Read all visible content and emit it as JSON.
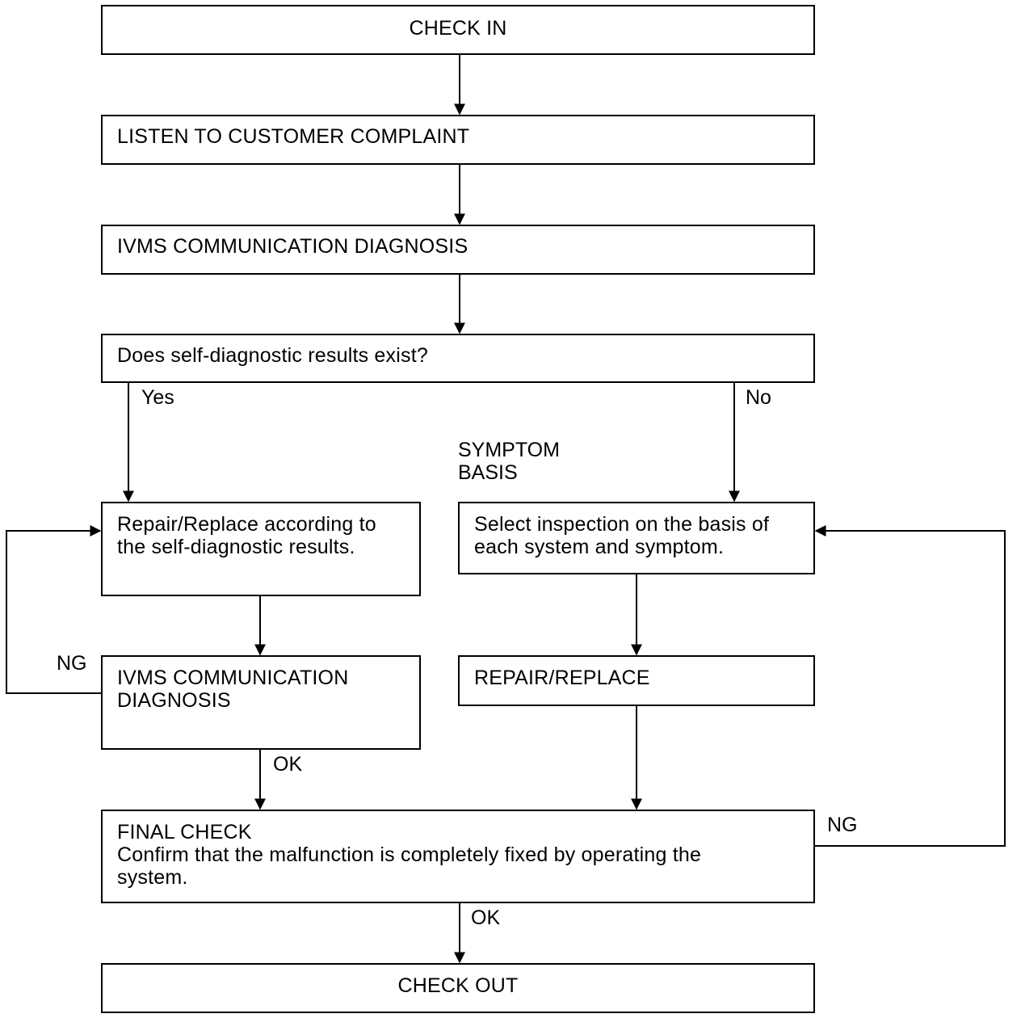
{
  "flowchart": {
    "check_in": "CHECK IN",
    "listen": "LISTEN TO CUSTOMER COMPLAINT",
    "ivms_diag": "IVMS COMMUNICATION DIAGNOSIS",
    "question": "Does self-diagnostic results exist?",
    "repair_self": "Repair/Replace according to\nthe self-diagnostic results.",
    "select_inspection": "Select inspection on the basis of\neach system and symptom.",
    "ivms_diag2": "IVMS COMMUNICATION\nDIAGNOSIS",
    "repair_replace": "REPAIR/REPLACE",
    "final_check_title": "FINAL CHECK",
    "final_check_body": "Confirm that the malfunction is completely fixed by operating the\nsystem.",
    "check_out": "CHECK OUT"
  },
  "labels": {
    "yes": "Yes",
    "no": "No",
    "symptom_basis": "SYMPTOM\nBASIS",
    "ng_left": "NG",
    "ok_left": "OK",
    "ng_right": "NG",
    "ok_bottom": "OK"
  }
}
